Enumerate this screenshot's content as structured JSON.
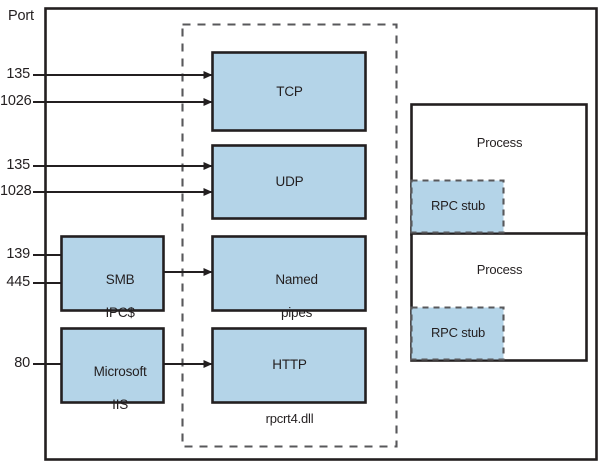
{
  "figure": {
    "axis_header": "Port",
    "dll_label": "rpcrt4.dll"
  },
  "ports": [
    {
      "id": "tcp-135",
      "value": "135",
      "target": "TCP"
    },
    {
      "id": "tcp-1026",
      "value": "1026",
      "target": "TCP"
    },
    {
      "id": "udp-135",
      "value": "135",
      "target": "UDP"
    },
    {
      "id": "udp-1028",
      "value": "1028",
      "target": "UDP"
    },
    {
      "id": "smb-139",
      "value": "139",
      "target": "SMB IPC$"
    },
    {
      "id": "smb-445",
      "value": "445",
      "target": "SMB IPC$"
    },
    {
      "id": "iis-80",
      "value": "80",
      "target": "Microsoft IIS"
    }
  ],
  "service_boxes": [
    {
      "id": "smb",
      "line1": "SMB",
      "line2": "IPC$"
    },
    {
      "id": "iis",
      "line1": "Microsoft",
      "line2": "IIS"
    }
  ],
  "transport_boxes": [
    {
      "id": "tcp",
      "line1": "TCP",
      "line2": ""
    },
    {
      "id": "udp",
      "line1": "UDP",
      "line2": ""
    },
    {
      "id": "pipes",
      "line1": "Named",
      "line2": "pipes"
    },
    {
      "id": "http",
      "line1": "HTTP",
      "line2": ""
    }
  ],
  "processes": [
    {
      "id": "process-1",
      "title": "Process",
      "stub": "RPC stub"
    },
    {
      "id": "process-2",
      "title": "Process",
      "stub": "RPC stub"
    }
  ],
  "colors": {
    "fill_blue": "#b4d4e8",
    "stroke_black": "#231f20",
    "dashed_gray": "#58585b",
    "background": "#ffffff"
  }
}
